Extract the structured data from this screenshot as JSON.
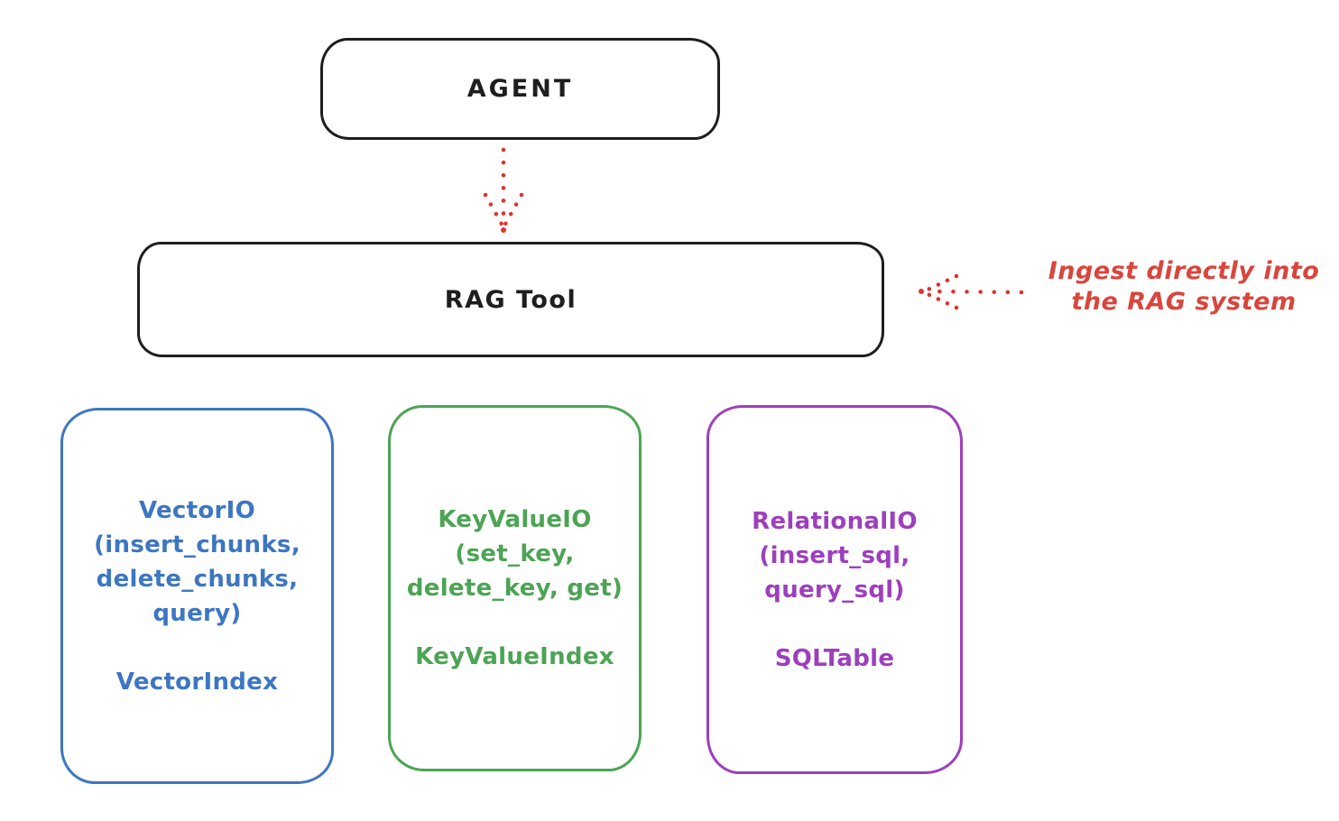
{
  "diagram": {
    "agent": {
      "label": "AGENT"
    },
    "rag_tool": {
      "label": "RAG Tool"
    },
    "annotation": {
      "line1": "Ingest directly into",
      "line2": "the RAG system",
      "color": "#e03131"
    },
    "colors": {
      "stroke": "#1e1e1e",
      "arrow_red": "#e03131",
      "vector_blue": "#3d76c2",
      "keyvalue_green": "#4ca454",
      "relational_purple": "#9d3fbd"
    },
    "stores": [
      {
        "name": "VectorIO",
        "color": "#3d76c2",
        "lines": [
          "VectorIO",
          "(insert_chunks,",
          "delete_chunks,",
          "query)"
        ],
        "index": "VectorIndex"
      },
      {
        "name": "KeyValueIO",
        "color": "#4ca454",
        "lines": [
          "KeyValueIO",
          "(set_key,",
          "delete_key, get)"
        ],
        "index": "KeyValueIndex"
      },
      {
        "name": "RelationalIO",
        "color": "#9d3fbd",
        "lines": [
          "RelationalIO",
          "(insert_sql,",
          "query_sql)"
        ],
        "index": "SQLTable"
      }
    ]
  }
}
